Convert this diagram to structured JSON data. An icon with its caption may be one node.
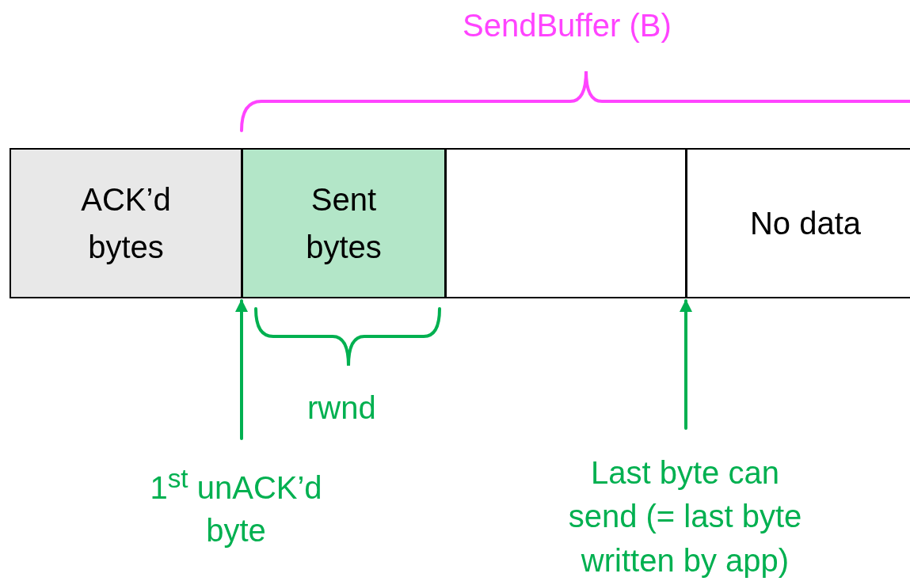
{
  "diagram": {
    "nodes": [
      {
        "text": [
          "ACK’d bytes"
        ]
      },
      {
        "text": [
          "Sent bytes"
        ]
      },
      {
        "text": [],
        "shape": "box"
      },
      {
        "text": [
          "No data"
        ]
      },
      {
        "text": [
          "1$^{st}$ unACK’d byte"
        ]
      },
      {
        "text": [
          "Last byte can send (= last byte written by app)"
        ]
      }
    ],
    "edges": [
      {
        "from": 4,
        "to": 1,
        "arrow": "to"
      },
      {
        "from": 5,
        "to": 3,
        "arrow": "to"
      }
    ],
    "labels": [
      "SendBuffer (B)",
      "rwnd"
    ]
  }
}
